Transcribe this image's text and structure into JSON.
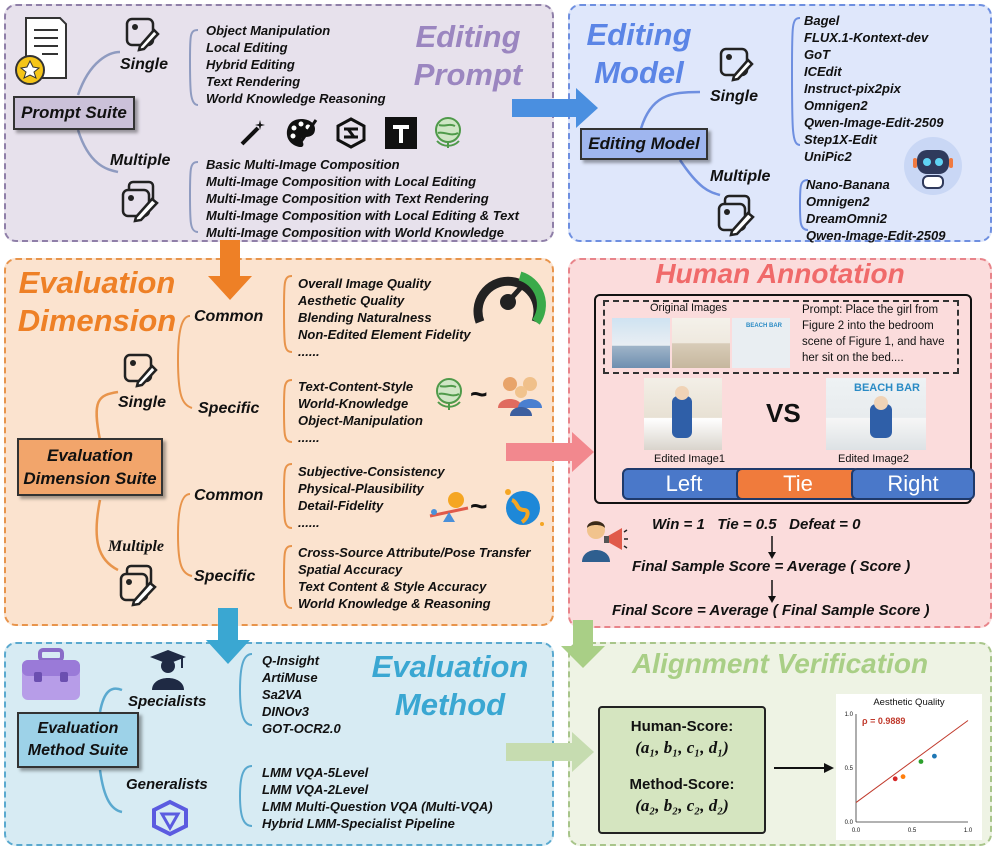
{
  "prompt": {
    "title": [
      "Editing",
      "Prompt"
    ],
    "suite_label": "Prompt Suite",
    "single_label": "Single",
    "multiple_label": "Multiple",
    "single_items": [
      "Object Manipulation",
      "Local Editing",
      "Hybrid Editing",
      "Text Rendering",
      "World Knowledge Reasoning"
    ],
    "multiple_items": [
      "Basic Multi-Image Composition",
      "Multi-Image Composition with Local Editing",
      "Multi-Image Composition with Text Rendering",
      "Multi-Image Composition with Local Editing & Text",
      "Multi-Image Composition with World Knowledge"
    ],
    "icons": [
      "magic-wand-icon",
      "palette-icon",
      "shapes-icon",
      "text-t-icon",
      "globe-icon"
    ]
  },
  "model": {
    "title": [
      "Editing",
      "Model"
    ],
    "suite_label": "Editing Model",
    "single_label": "Single",
    "multiple_label": "Multiple",
    "single_items": [
      "Bagel",
      "FLUX.1-Kontext-dev",
      "GoT",
      "ICEdit",
      "Instruct-pix2pix",
      "Omnigen2",
      "Qwen-Image-Edit-2509",
      "Step1X-Edit",
      "UniPic2"
    ],
    "multiple_items": [
      "Nano-Banana",
      "Omnigen2",
      "DreamOmni2",
      "Qwen-Image-Edit-2509"
    ]
  },
  "dimension": {
    "title": [
      "Evaluation",
      "Dimension"
    ],
    "suite_label": [
      "Evaluation",
      "Dimension Suite"
    ],
    "single_label": "Single",
    "multiple_label": "Multiple",
    "common_label": "Common",
    "specific_label": "Specific",
    "single_common": [
      "Overall Image Quality",
      "Aesthetic Quality",
      "Blending Naturalness",
      "Non-Edited Element Fidelity",
      "......"
    ],
    "single_specific": [
      "Text-Content-Style",
      "World-Knowledge",
      "Object-Manipulation",
      "......"
    ],
    "multiple_common": [
      "Subjective-Consistency",
      "Physical-Plausibility",
      "Detail-Fidelity",
      "......"
    ],
    "multiple_specific": [
      "Cross-Source Attribute/Pose Transfer",
      "Spatial Accuracy",
      "Text Content & Style Accuracy",
      "World Knowledge & Reasoning"
    ],
    "tilde": "~"
  },
  "method": {
    "title": [
      "Evaluation",
      "Method"
    ],
    "suite_label": [
      "Evaluation",
      "Method Suite"
    ],
    "specialists_label": "Specialists",
    "generalists_label": "Generalists",
    "specialists": [
      "Q-Insight",
      "ArtiMuse",
      "Sa2VA",
      "DINOv3",
      "GOT-OCR2.0"
    ],
    "generalists": [
      "LMM VQA-5Level",
      "LMM VQA-2Level",
      "LMM Multi-Question VQA (Multi-VQA)",
      "Hybrid LMM-Specialist Pipeline"
    ]
  },
  "annotation": {
    "title": "Human Annotation",
    "original_label": "Original Images",
    "prompt_text": "Prompt: Place the girl from Figure 2 into the bedroom scene of Figure 1, and have her sit on the bed....",
    "sign_text": "BEACH BAR",
    "vs": "VS",
    "edited1": "Edited Image1",
    "edited2": "Edited Image2",
    "buttons": [
      "Left",
      "Tie",
      "Right"
    ],
    "score_rule": "Win = 1   Tie = 0.5   Defeat = 0",
    "sample_score": "Final Sample Score = Average ( Score )",
    "final_score": "Final Score = Average ( Final Sample Score  )"
  },
  "alignment": {
    "title": "Alignment Verification",
    "human_label": "Human-Score:",
    "method_label": "Method-Score:",
    "human_vars": "(a₁, b₁, c₁, d₁)",
    "method_vars": "(a₂, b₂, c₂, d₂)"
  },
  "colors": {
    "prompt_bg": "#e7e1ec",
    "prompt_border": "#8f7fa8",
    "prompt_title": "#9b86c0",
    "model_bg": "#dfe7fb",
    "model_border": "#6e8fe0",
    "model_title": "#5b85e6",
    "dim_bg": "#fbe3cf",
    "dim_border": "#e8944b",
    "dim_title": "#ee8026",
    "ann_bg": "#fbdcdc",
    "ann_border": "#e8848a",
    "ann_title": "#f06a6a",
    "method_bg": "#d7ebf3",
    "method_border": "#5aa9cf",
    "method_title": "#3aa7d2",
    "align_bg": "#eef3e4",
    "align_border": "#a8c58a",
    "align_title": "#a9cf86"
  },
  "chart_data": {
    "type": "scatter",
    "title": "Aesthetic Quality",
    "annotation": "ρ = 0.9889",
    "xlim": [
      0,
      1
    ],
    "ylim": [
      0,
      1
    ],
    "xticks": [
      "0.0",
      "0.5",
      "1.0"
    ],
    "yticks": [
      "0.0",
      "0.5",
      "1.0"
    ],
    "points": [
      {
        "x": 0.35,
        "y": 0.4,
        "color": "#d62728"
      },
      {
        "x": 0.42,
        "y": 0.42,
        "color": "#ff7f0e"
      },
      {
        "x": 0.58,
        "y": 0.56,
        "color": "#2ca02c"
      },
      {
        "x": 0.7,
        "y": 0.61,
        "color": "#1f77b4"
      }
    ],
    "fit_line": {
      "x": [
        0.0,
        1.0
      ],
      "y": [
        0.18,
        0.94
      ],
      "color": "#c0392b"
    }
  }
}
